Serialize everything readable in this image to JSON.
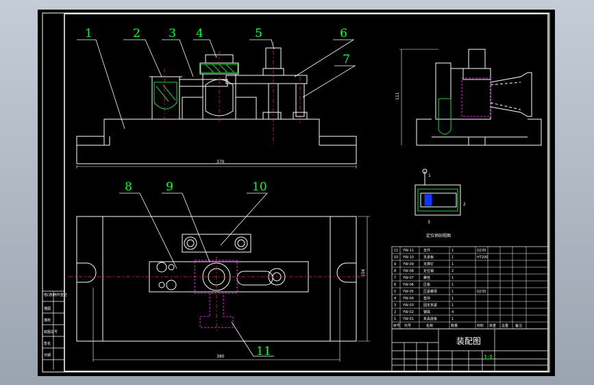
{
  "drawing": {
    "title_cn": "装配图",
    "scale": "1:1",
    "section_caption": "定位销剖视图",
    "callouts": [
      "1",
      "2",
      "3",
      "4",
      "5",
      "6",
      "7",
      "8",
      "9",
      "10",
      "11"
    ],
    "dims": {
      "front_width": "370",
      "plan_width": "380",
      "plan_height": "156",
      "side_height": "111"
    },
    "detail_marks": [
      "1",
      "2",
      "3"
    ]
  },
  "bom": {
    "rows": [
      {
        "no": "11",
        "code": "YW-11",
        "name": "支件",
        "qty": "1",
        "mat": "Q235"
      },
      {
        "no": "10",
        "code": "YW-10",
        "name": "支承板",
        "qty": "1",
        "mat": "HT200"
      },
      {
        "no": "9",
        "code": "YW-09",
        "name": "支撑钉",
        "qty": "1",
        "mat": ""
      },
      {
        "no": "8",
        "code": "YW-08",
        "name": "定位销",
        "qty": "2",
        "mat": ""
      },
      {
        "no": "7",
        "code": "YW-07",
        "name": "螺栓",
        "qty": "1",
        "mat": ""
      },
      {
        "no": "6",
        "code": "YW-06",
        "name": "压板",
        "qty": "1",
        "mat": ""
      },
      {
        "no": "5",
        "code": "YW-05",
        "name": "压紧螺母",
        "qty": "1",
        "mat": "Q235"
      },
      {
        "no": "4",
        "code": "YW-04",
        "name": "垫块",
        "qty": "1",
        "mat": ""
      },
      {
        "no": "3",
        "code": "YW-03",
        "name": "固定夹紧",
        "qty": "1",
        "mat": ""
      },
      {
        "no": "2",
        "code": "YW-02",
        "name": "钢珠",
        "qty": "4",
        "mat": ""
      },
      {
        "no": "1",
        "code": "YW-01",
        "name": "夹具底板",
        "qty": "1",
        "mat": ""
      }
    ],
    "header": {
      "no": "序号",
      "code": "代号",
      "name": "名称",
      "qty": "数量",
      "mat": "材料",
      "weight": "单重",
      "total": "总重",
      "note": "备注"
    }
  },
  "left_strip": [
    "借(通)用件登记",
    "描图",
    "描校",
    "底图总号",
    "签名",
    "日期"
  ]
}
